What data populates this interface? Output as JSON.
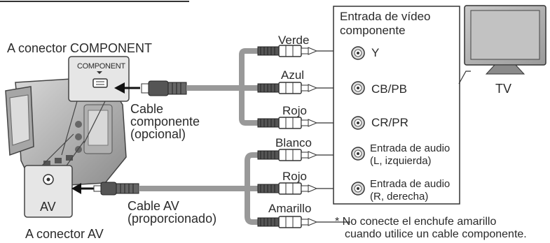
{
  "labels": {
    "component_connector": "A conector COMPONENT",
    "component_port": "COMPONENT",
    "av_connector": "A conector AV",
    "av_port": "AV",
    "component_cable": [
      "Cable",
      "componente",
      "(opcional)"
    ],
    "av_cable": [
      "Cable AV",
      "(proporcionado)"
    ],
    "tv": "TV"
  },
  "input_panel": {
    "title": [
      "Entrada de vídeo",
      "componente"
    ],
    "component_inputs": [
      "Y",
      "CB/PB",
      "CR/PR"
    ],
    "audio_inputs": [
      [
        "Entrada de audio",
        "(L, izquierda)"
      ],
      [
        "Entrada de audio",
        "(R, derecha)"
      ]
    ]
  },
  "plug_colors": {
    "component": [
      "Verde",
      "Azul",
      "Rojo"
    ],
    "av": [
      "Blanco",
      "Rojo",
      "Amarillo"
    ]
  },
  "note": [
    "* No conecte el enchufe amarillo",
    "cuando utilice un cable componente."
  ]
}
